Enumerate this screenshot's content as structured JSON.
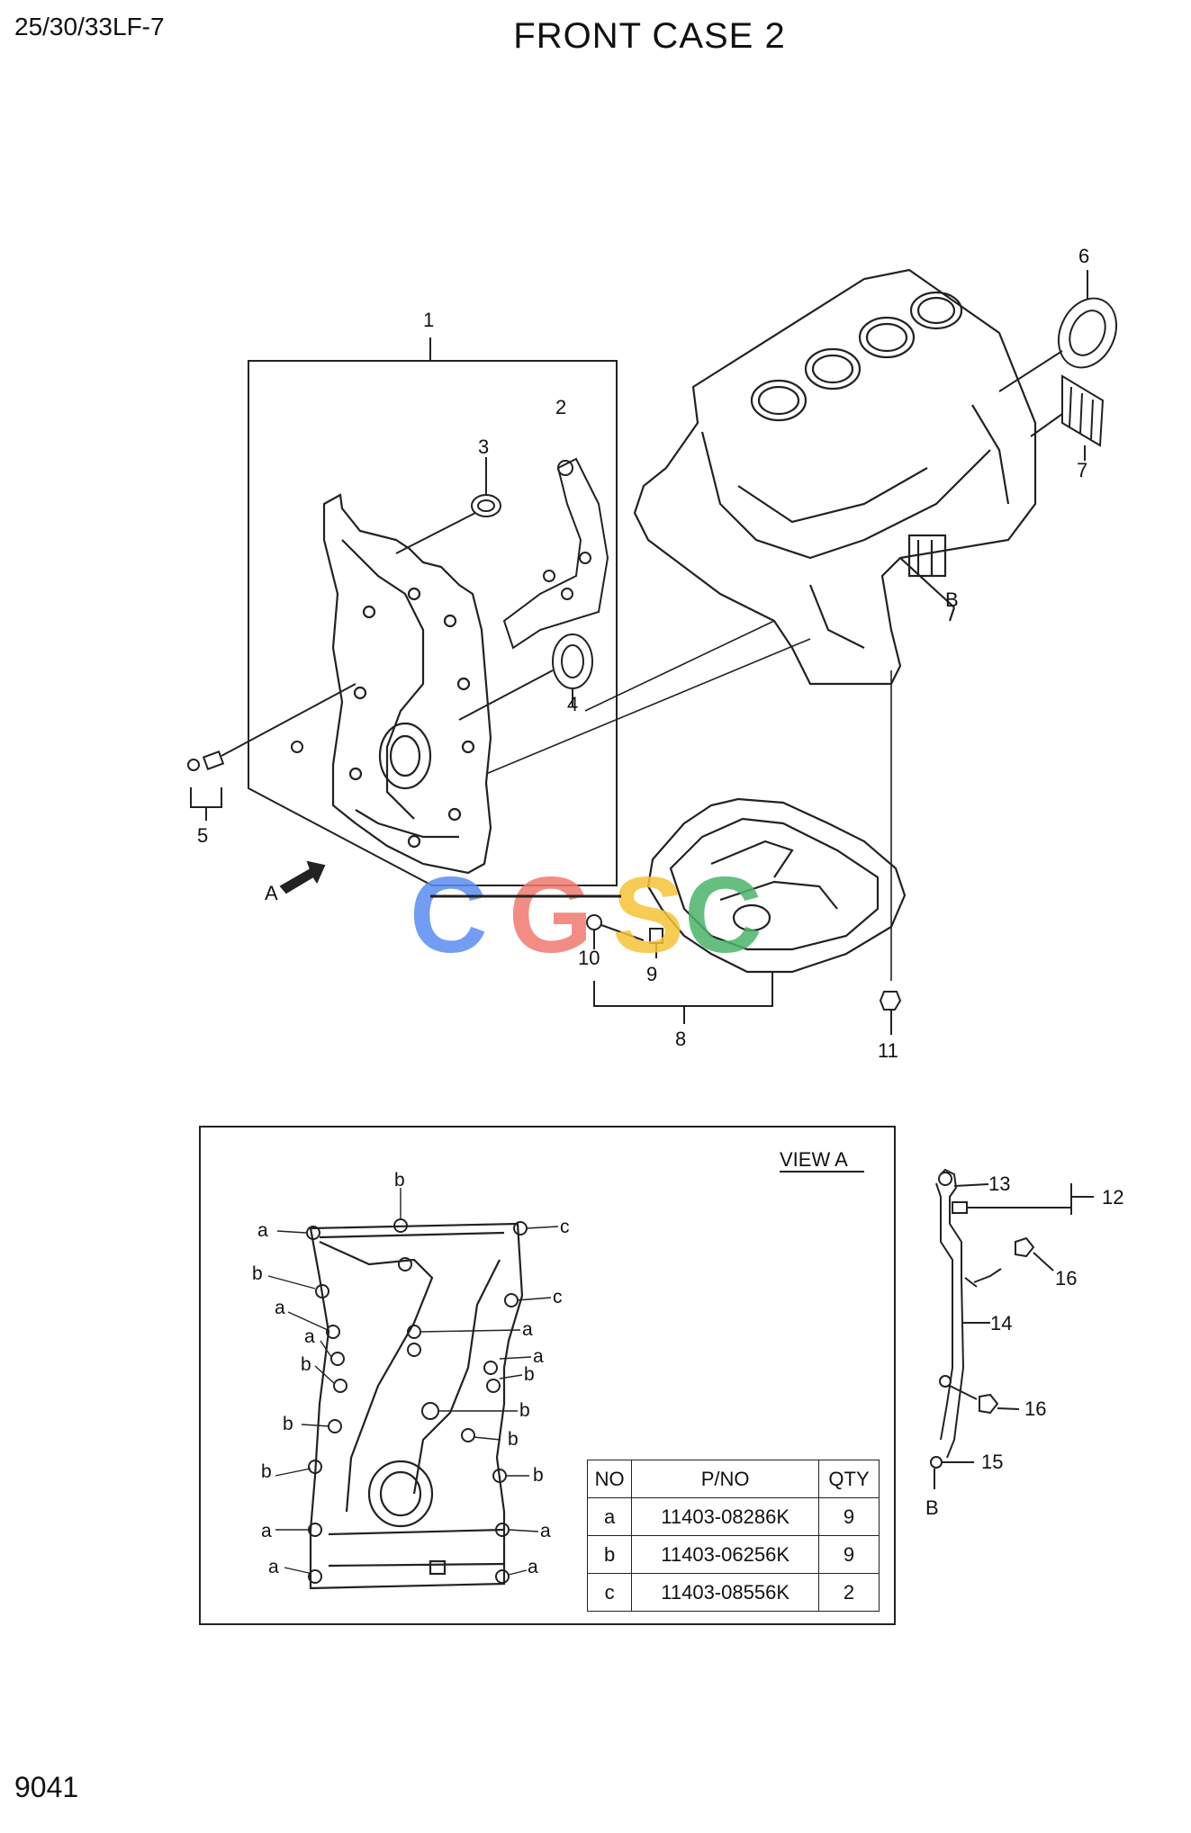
{
  "header": {
    "model": "25/30/33LF-7",
    "title": "FRONT CASE 2"
  },
  "footer": {
    "page_number": "9041"
  },
  "watermark": {
    "letters": [
      "C",
      "G",
      "S",
      "C"
    ],
    "colors": [
      "#5b8df0",
      "#f07a70",
      "#f5c43a",
      "#4cb56a"
    ]
  },
  "callouts": {
    "c1": "1",
    "c2": "2",
    "c3": "3",
    "c4": "4",
    "c5": "5",
    "c6": "6",
    "c7": "7",
    "c8": "8",
    "c9": "9",
    "c10": "10",
    "c11": "11",
    "c12": "12",
    "c13": "13",
    "c14": "14",
    "c15": "15",
    "c16a": "16",
    "c16b": "16",
    "view_a_arrow": "A",
    "b_upper": "B",
    "b_lower": "B"
  },
  "view_a": {
    "label": "VIEW A",
    "bolt_letters": {
      "a": "a",
      "b": "b",
      "c": "c"
    }
  },
  "parts_table": {
    "headers": [
      "NO",
      "P/NO",
      "QTY"
    ],
    "rows": [
      {
        "no": "a",
        "pno": "11403-08286K",
        "qty": "9"
      },
      {
        "no": "b",
        "pno": "11403-06256K",
        "qty": "9"
      },
      {
        "no": "c",
        "pno": "11403-08556K",
        "qty": "2"
      }
    ]
  }
}
